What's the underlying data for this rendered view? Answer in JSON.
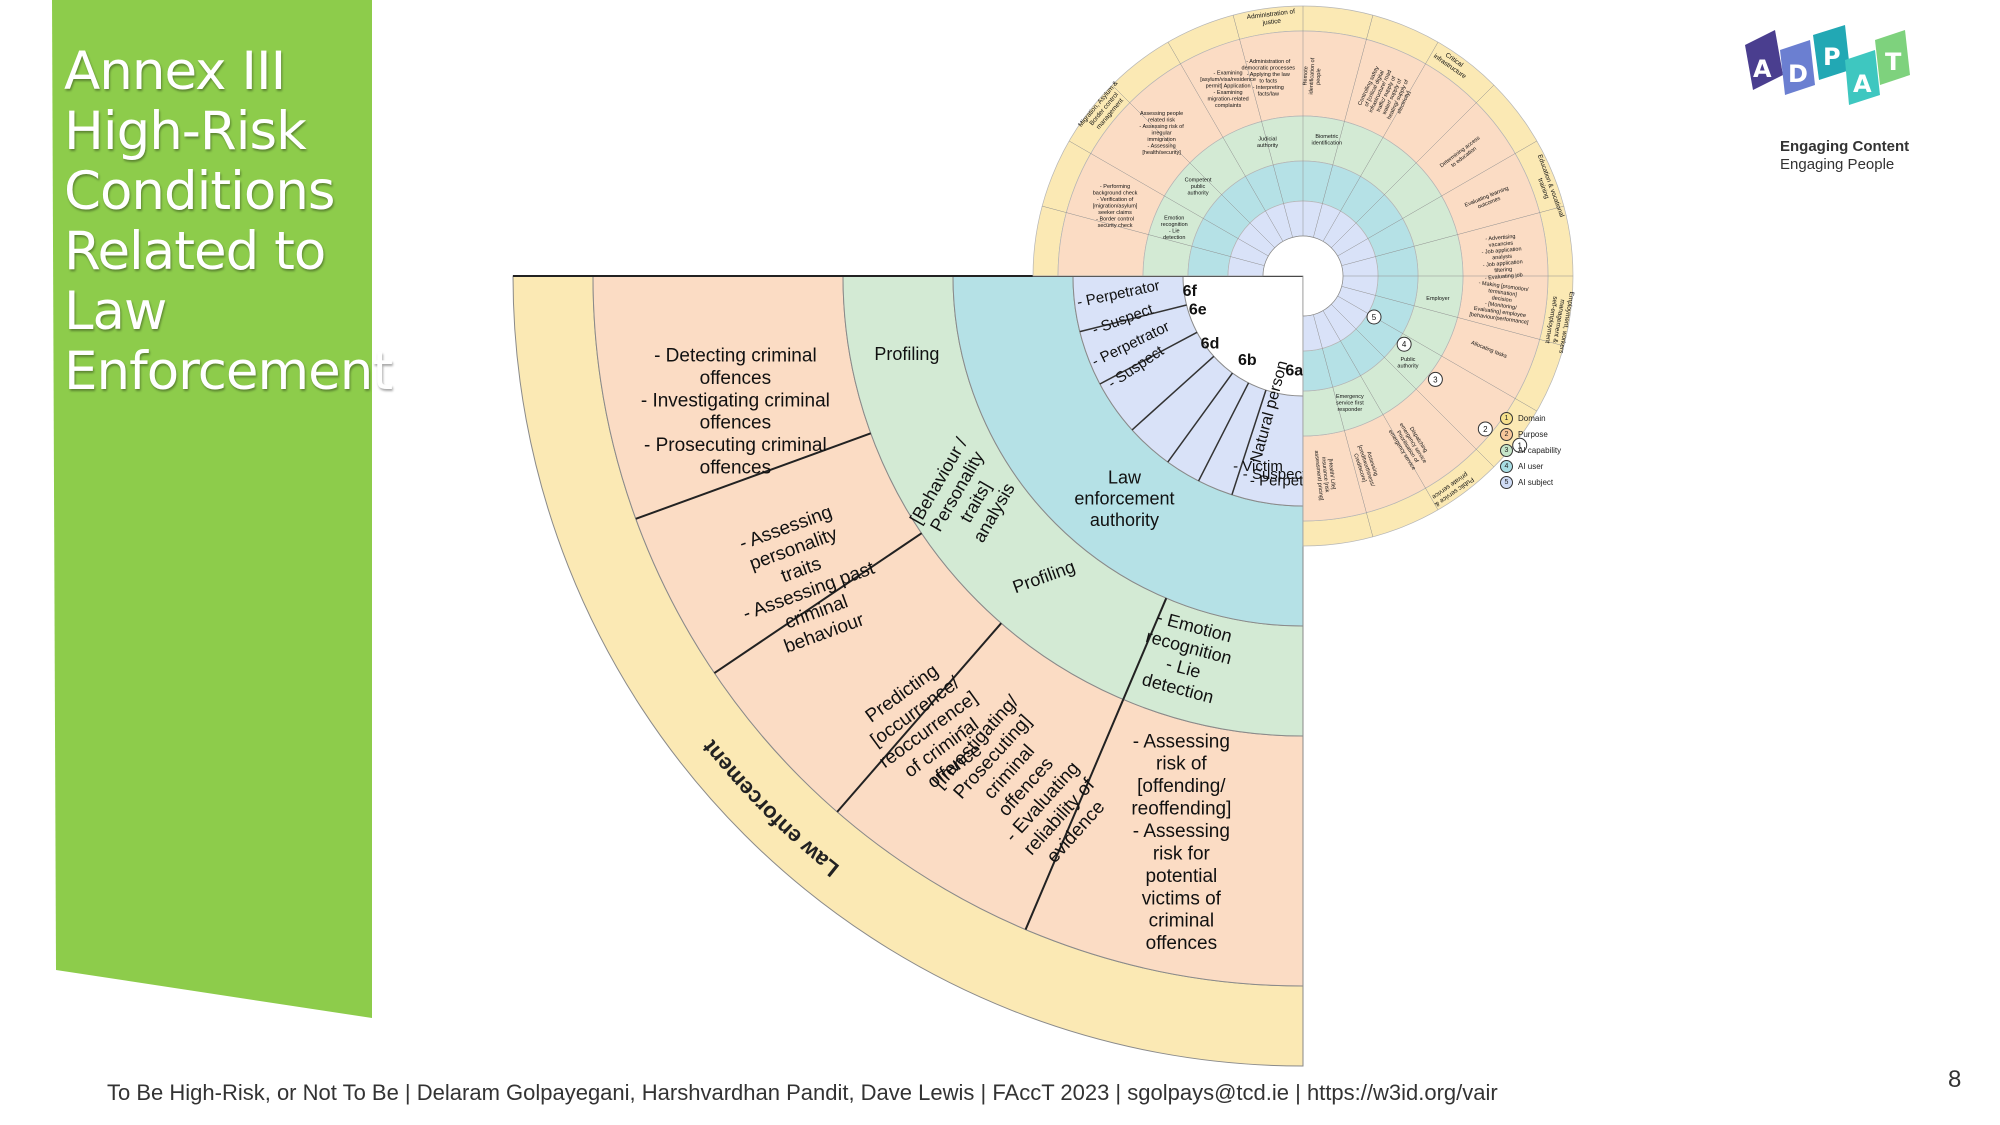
{
  "slide": {
    "title_lines": [
      "Annex III",
      "High-Risk",
      "Conditions",
      "Related to",
      "Law",
      "Enforcement"
    ],
    "footer": "To Be High-Risk, or Not To Be | Delaram Golpayegani, Harshvardhan Pandit, Dave Lewis | FAccT 2023 | sgolpays@tcd.ie | https://w3id.org/vair",
    "page_number": "8",
    "logo": {
      "letters": [
        "A",
        "D",
        "A",
        "P",
        "T"
      ],
      "tagline_1": "Engaging Content",
      "tagline_2": "Engaging People"
    }
  },
  "colors": {
    "banner": "#8dcc4b",
    "domain_ring": "#fbe9b4",
    "purpose_ring": "#fbdcc4",
    "capability_ring": "#d3ead4",
    "user_ring": "#b5e1e6",
    "subject_ring": "#d9e2f8",
    "id_ring": "#d9cbe2"
  },
  "zoomed_wheel": {
    "domain": "Law enforcement",
    "purposes": [
      "- Detecting criminal offences\n- Investigating criminal offences\n- Prosecuting criminal offences",
      "- Assessing personality traits\n- Assessing past criminal behaviour",
      "Predicting [occurrence/ reoccurrence] of criminal offence",
      "- [Investigating/ Prosecuting] criminal offences\n- Evaluating reliability of evidence",
      "- Assessing risk of [offending/ reoffending]\n- Assessing risk for potential victims of criminal offences"
    ],
    "capabilities": [
      "Profiling",
      "[Behaviour / Personality traits] analysis",
      "Profiling",
      "- Emotion recognition\n- Lie detection"
    ],
    "ai_user": "Law enforcement authority",
    "subject_groups": [
      "Natural person"
    ],
    "subjects": [
      "- Perpetrator",
      "- Suspect",
      "- Perpetrator",
      "- Suspect",
      "- Victim",
      "- Suspect",
      "- Perpetrator"
    ],
    "ids": [
      "6f",
      "6e",
      "6d",
      "6b",
      "6a"
    ]
  },
  "full_wheel": {
    "domains": [
      "Administration of justice",
      "Critical infrastructure",
      "Education & vocational training",
      "Employment, workers management & self-employment",
      "Public service & private service",
      "Migration, Asylum & Border control management"
    ],
    "purposes": [
      "Remote identification of people",
      "Controlling safety of [critical digital infrastructure/ road traffic/ supply of water/ supply of heating/ supply of electricity] [management/ operation]",
      "Determining access to education",
      "Evaluating learning outcomes",
      "- Advertising vacancies\n- Job application analysis\n- Job application filtering\n- Evaluating job candidates",
      "- Making [promotion/ termination] decision\n- [Monitoring/ Evaluating] employee [behaviour/performance]",
      "Allocating tasks",
      "Dispatching emergency service\nPrioritisation of emergency service",
      "Assessing [creditworthiness/ Creditscore]",
      "[Health/ Life] insurance [risk assessment/ pricing]",
      "- Examining [asylum/visa/residence permit] Application\n- Examining migration-related complaints",
      "Assessing people related risk\n- Assessing risk of irregular immigration\n- Assessing [health/security] risk",
      "- Performing background check\n- Verification of [migration/asylum] seeker claims\n- Border control security check",
      "- Administration of democratic processes\n- Applying the law to facts\n- Interpreting facts/law"
    ],
    "capabilities": [
      "Biometric identification",
      "Emotion recognition\n- Lie detection",
      "Judicial authority",
      "Competent public authority",
      "Public authority",
      "Employer",
      "Emergency service first responder"
    ],
    "legend": [
      {
        "num": "1",
        "label": "Domain"
      },
      {
        "num": "2",
        "label": "Purpose"
      },
      {
        "num": "3",
        "label": "AI capability"
      },
      {
        "num": "4",
        "label": "AI user"
      },
      {
        "num": "5",
        "label": "AI subject"
      }
    ]
  }
}
